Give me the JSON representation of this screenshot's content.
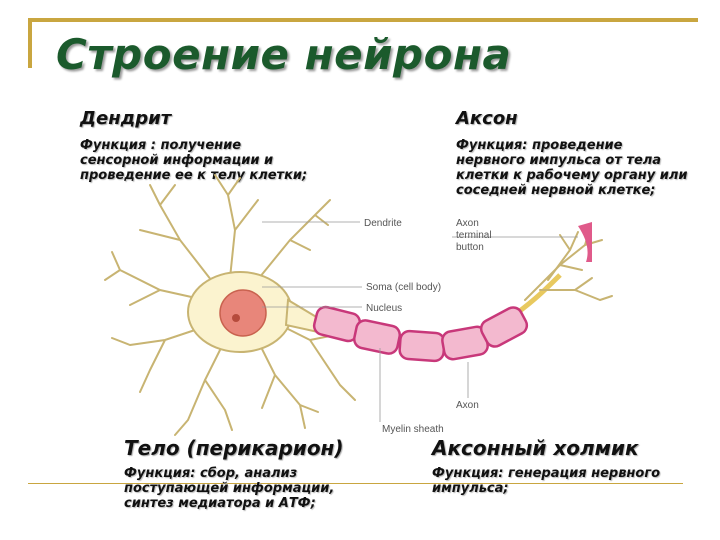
{
  "title": "Строение нейрона",
  "dendrite": {
    "heading": "Дендрит",
    "desc": "Функция : получение\nсенсорной информации и\nпроведение ее к телу клетки;"
  },
  "axon": {
    "heading": "Аксон",
    "desc": "Функция: проведение\nнервного импульса от тела\nклетки к рабочему органу или\nсоседней нервной клетке;"
  },
  "soma_block": {
    "heading": "Тело (перикарион)",
    "desc": "Функция: сбор, анализ\nпоступающей информации,\nсинтез медиатора и АТФ;"
  },
  "hillock_block": {
    "heading": "Аксонный холмик",
    "desc": "Функция: генерация нервного\nимпульса;"
  },
  "diagram_labels": {
    "dendrite": "Dendrite",
    "axon_terminal_1": "Axon",
    "axon_terminal_2": "terminal",
    "axon_terminal_3": "button",
    "soma": "Soma (cell body)",
    "nucleus": "Nucleus",
    "axon": "Axon",
    "myelin": "Myelin sheath"
  },
  "colors": {
    "title": "#1b5a2c",
    "frame": "#c9a640",
    "cell_fill": "#fbf3cf",
    "cell_stroke": "#c8b472",
    "nucleus": "#e8867a",
    "myelin": "#c8387a",
    "myelin_fill": "#f3b9cf"
  }
}
